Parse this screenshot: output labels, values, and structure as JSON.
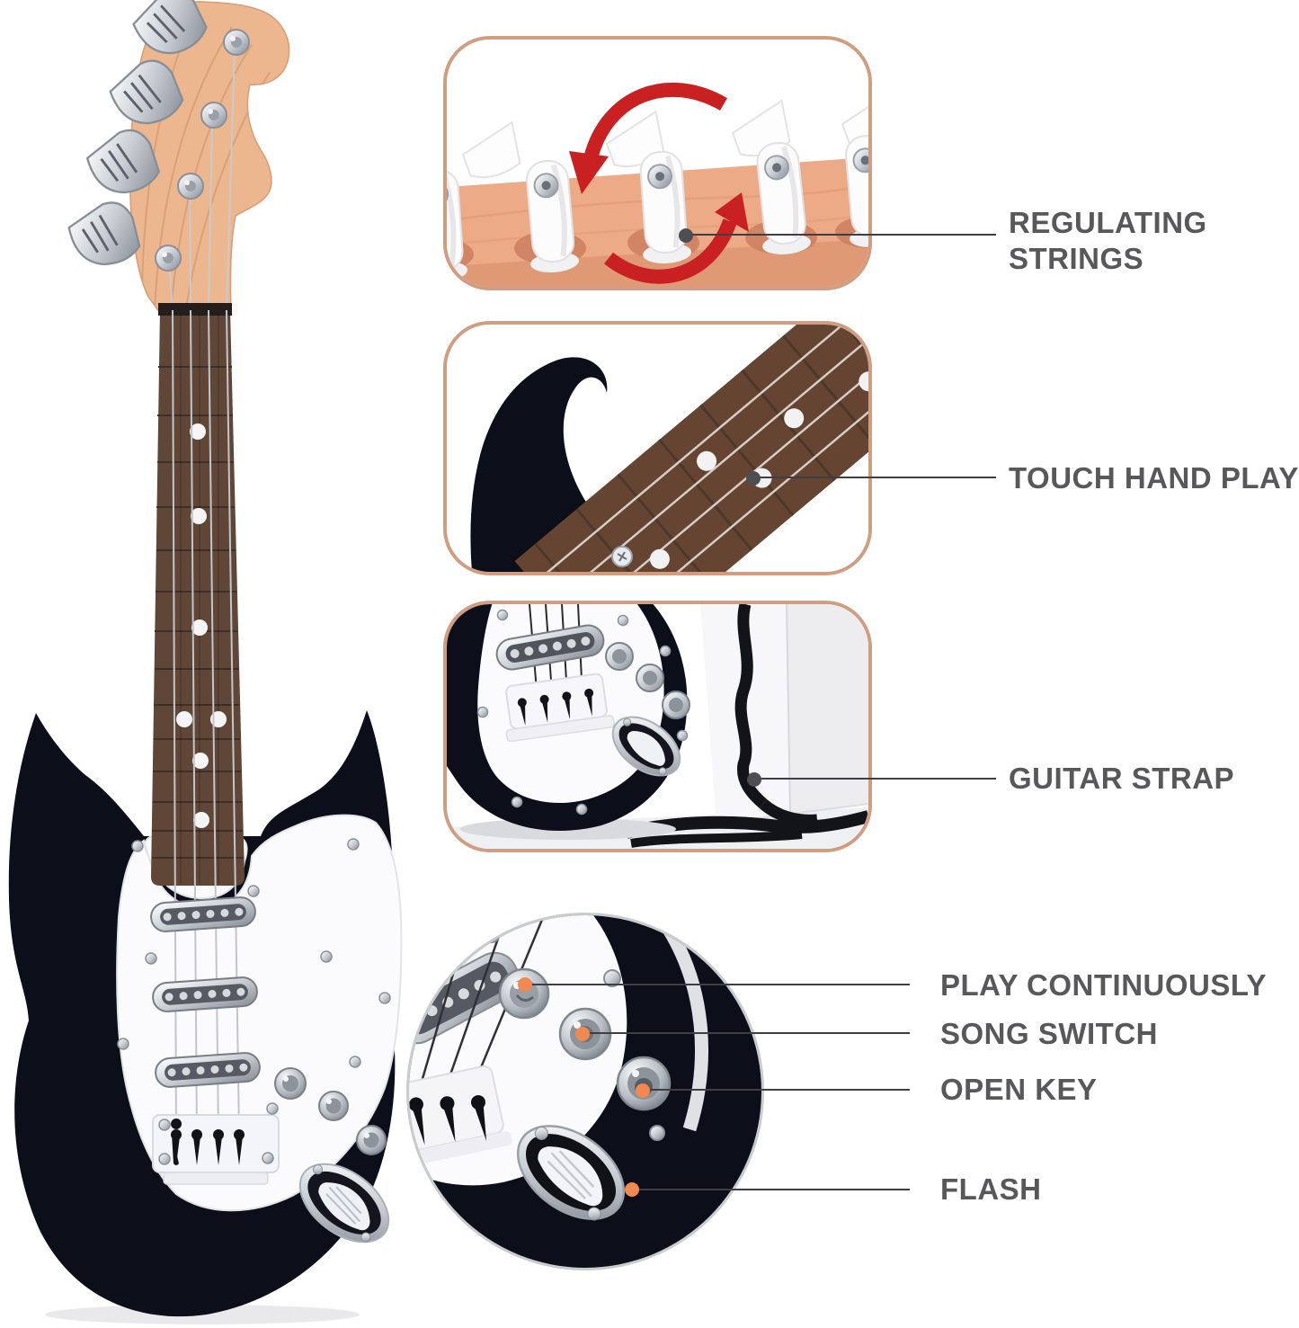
{
  "callouts": {
    "regulating_strings": {
      "label": "REGULATING STRINGS"
    },
    "touch_hand_play": {
      "label": "TOUCH HAND PLAY"
    },
    "guitar_strap": {
      "label": "GUITAR STRAP"
    },
    "play_continuously": {
      "label": "PLAY CONTINUOUSLY"
    },
    "song_switch": {
      "label": "SONG SWITCH"
    },
    "open_key": {
      "label": "OPEN KEY"
    },
    "flash": {
      "label": "FLASH"
    }
  },
  "colors": {
    "label_text": "#58585b",
    "connector_line": "#3f3f43",
    "marker_gray": "#4e4e52",
    "marker_orange": "#f0884f",
    "panel_border": "#d09d80",
    "circle_border": "#c9cccd",
    "arrow_red": "#c92121",
    "wood_light": "#edaa87",
    "headstock_wood": "#ecb68e",
    "fretboard_brown": "#5f4637",
    "guitar_body": "#0c0e1a",
    "pickguard_white": "#fbfbfd"
  }
}
